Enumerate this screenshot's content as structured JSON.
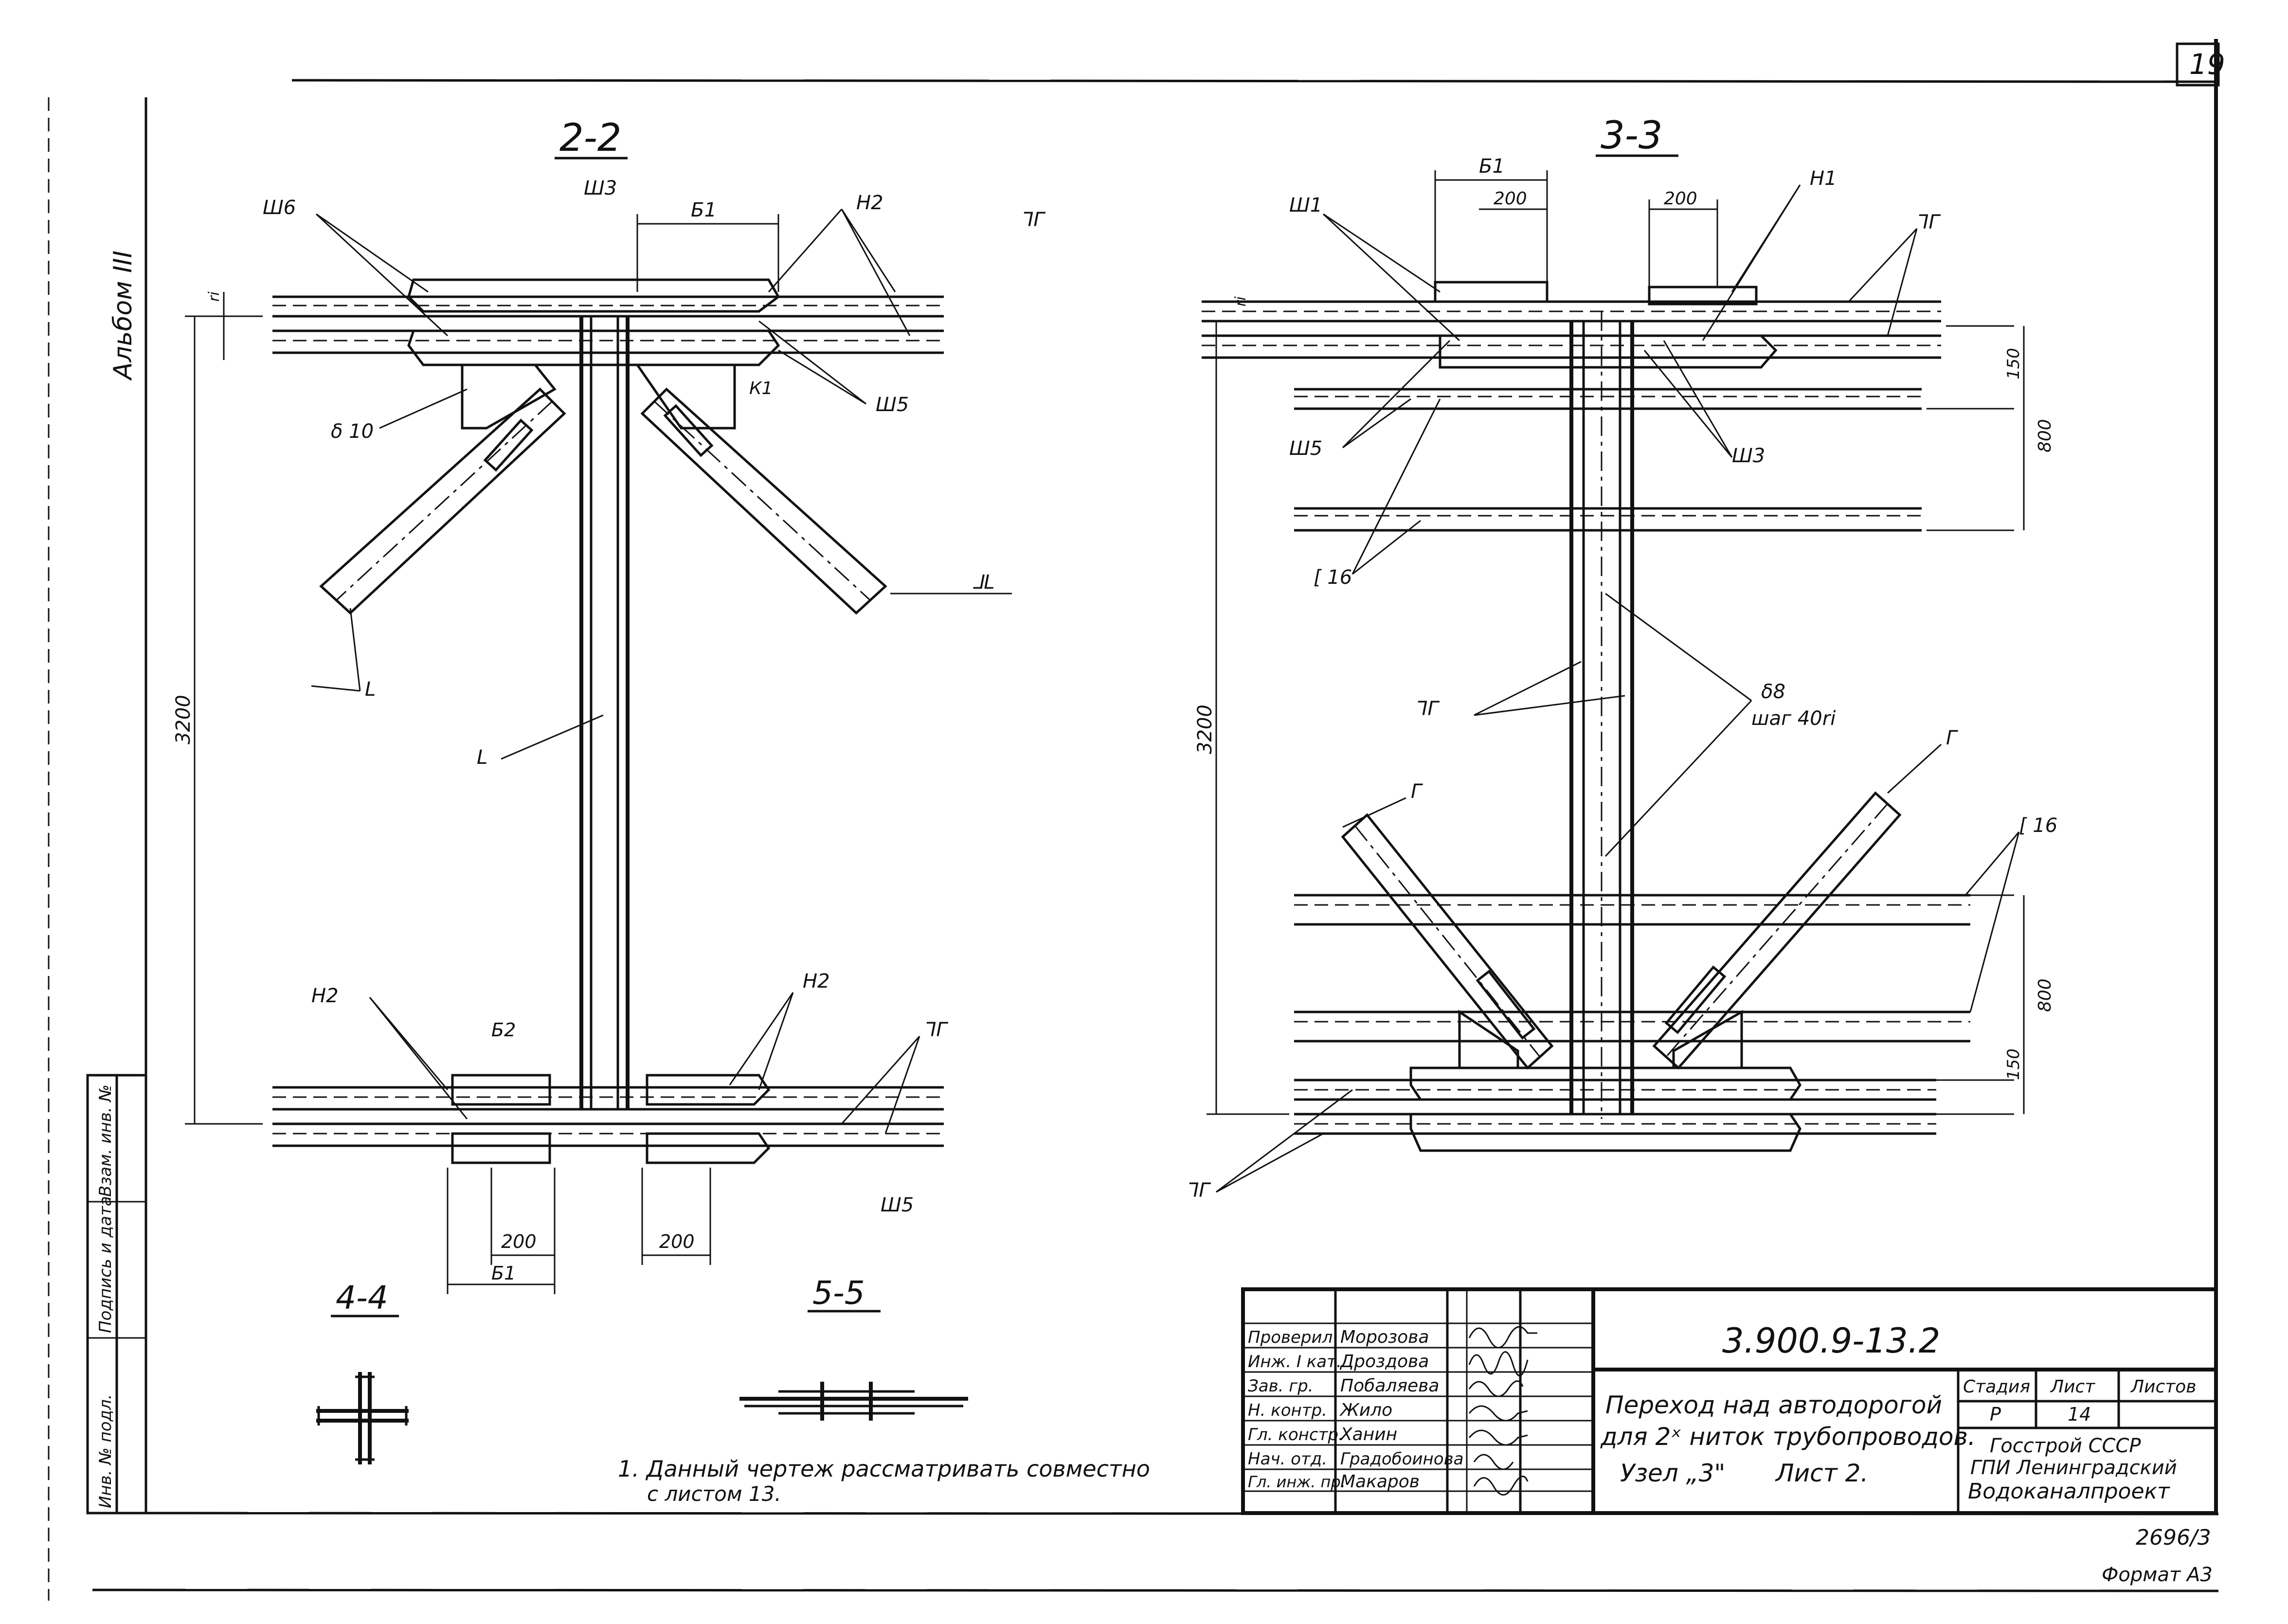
{
  "sheet": {
    "page_number": "19",
    "album_label": "Альбом III",
    "footer_code": "2696/3",
    "format_label": "Формат А3"
  },
  "left_strip": {
    "inv_no": "Инв. № подл.",
    "sign_date": "Подпись и дата",
    "replace_inv": "Взам. инв. №"
  },
  "views": {
    "section_22": {
      "title": "2-2",
      "labels": {
        "w3": "Ш3",
        "w6": "Ш6",
        "b1_top": "Б1",
        "h2_top": "Н2",
        "tee_top": "ᒣᒥ",
        "delta10": "δ 10",
        "k1": "К1",
        "w5_top": "Ш5",
        "angle_right": "⅃L",
        "angle_left": "L",
        "angle_mid": "L",
        "dim_3200": "3200",
        "h2_left": "Н2",
        "h2_right": "Н2",
        "b2": "Б2",
        "tee_bottom": "ᒣᒥ",
        "dim_200_left": "200",
        "dim_200_right": "200",
        "b1_bottom": "Б1",
        "w5_bottom": "Ш5",
        "ri": "ri"
      }
    },
    "section_33": {
      "title": "3-3",
      "labels": {
        "b1": "Б1",
        "dim_200_a": "200",
        "dim_200_b": "200",
        "w1": "Ш1",
        "h1": "Н1",
        "tee_top": "ᒣᒥ",
        "dim_150_top": "150",
        "dim_800_top": "800",
        "w5": "Ш5",
        "w3": "Ш3",
        "c16_left": "[ 16",
        "tee_mid": "ᒣᒥ",
        "delta8": "δ8",
        "step": "шаг 40ri",
        "dim_3200": "3200",
        "g_left": "Г",
        "g_right": "Г",
        "c16_right": "[ 16",
        "dim_800_bottom": "800",
        "dim_150_bottom": "150",
        "tee_bottom": "ᒣᒥ",
        "ri": "ri"
      }
    },
    "section_44": {
      "title": "4-4"
    },
    "section_55": {
      "title": "5-5"
    }
  },
  "note": {
    "line1": "1. Данный чертеж рассматривать совместно",
    "line2": "с листом 13."
  },
  "title_block": {
    "code": "3.900.9-13.2",
    "signatures": [
      {
        "role": "Проверил",
        "name": "Морозова"
      },
      {
        "role": "Инж. I кат.",
        "name": "Дроздова"
      },
      {
        "role": "Зав. гр.",
        "name": "Побаляева"
      },
      {
        "role": "Н. контр.",
        "name": "Жило"
      },
      {
        "role": "Гл. констр.",
        "name": "Ханин"
      },
      {
        "role": "Нач. отд.",
        "name": "Градобоинова"
      },
      {
        "role": "Гл. инж. пр.",
        "name": "Макаров"
      }
    ],
    "title_line1": "Переход над автодорогой",
    "title_line2": "для 2ˣ ниток трубопроводов.",
    "title_line3": "Узел „3\"",
    "title_line4": "Лист 2.",
    "stage_header": "Стадия",
    "sheet_header": "Лист",
    "sheets_header": "Листов",
    "stage_value": "Р",
    "sheet_value": "14",
    "sheets_value": "",
    "org_line1": "Госстрой СССР",
    "org_line2": "ГПИ Ленинградский",
    "org_line3": "Водоканалпроект"
  }
}
